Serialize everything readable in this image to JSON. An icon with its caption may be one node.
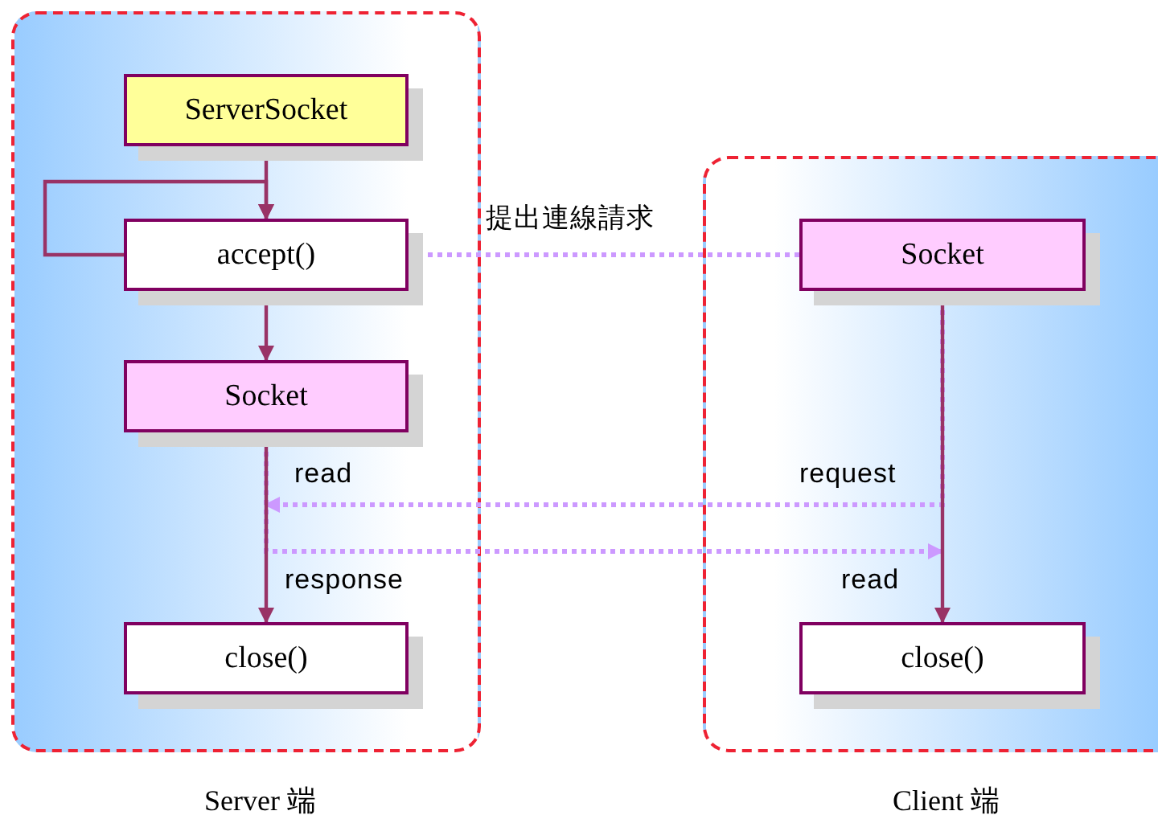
{
  "diagram": {
    "nodes": [
      {
        "text": [
          "Server 端"
        ]
      },
      {
        "text": [
          "ServerSocket"
        ],
        "in": 0
      },
      {
        "text": [
          "accept()"
        ],
        "in": 0
      },
      {
        "text": [
          "Socket"
        ],
        "in": 0
      },
      {
        "text": [
          "close()"
        ],
        "in": 0
      },
      {
        "text": [
          "Client 端"
        ]
      },
      {
        "text": [
          "Socket"
        ],
        "in": 5
      },
      {
        "text": [
          "close()"
        ],
        "in": 5
      }
    ],
    "edges": [
      {
        "from": 1,
        "to": 2,
        "arrow": "to"
      },
      {
        "from": 2,
        "to": 2,
        "arrow": "to"
      },
      {
        "from": 2,
        "to": 3,
        "arrow": "to"
      },
      {
        "from": 3,
        "to": 4,
        "arrow": "to"
      },
      {
        "from": 6,
        "to": 2,
        "arrow": "to",
        "label": "提出連線請求",
        "style": "dashed",
        "color": "#cc99ff"
      },
      {
        "from": 6,
        "to": 7,
        "arrow": "to"
      },
      {
        "from": 6,
        "to": null,
        "arrow": "to",
        "label": "request",
        "style": "dashed",
        "color": "#cc99ff"
      },
      {
        "from": 3,
        "to": null,
        "arrow": "to",
        "label": "response",
        "style": "dashed",
        "color": "#cc99ff"
      }
    ],
    "labels": [
      "read",
      "read"
    ]
  }
}
